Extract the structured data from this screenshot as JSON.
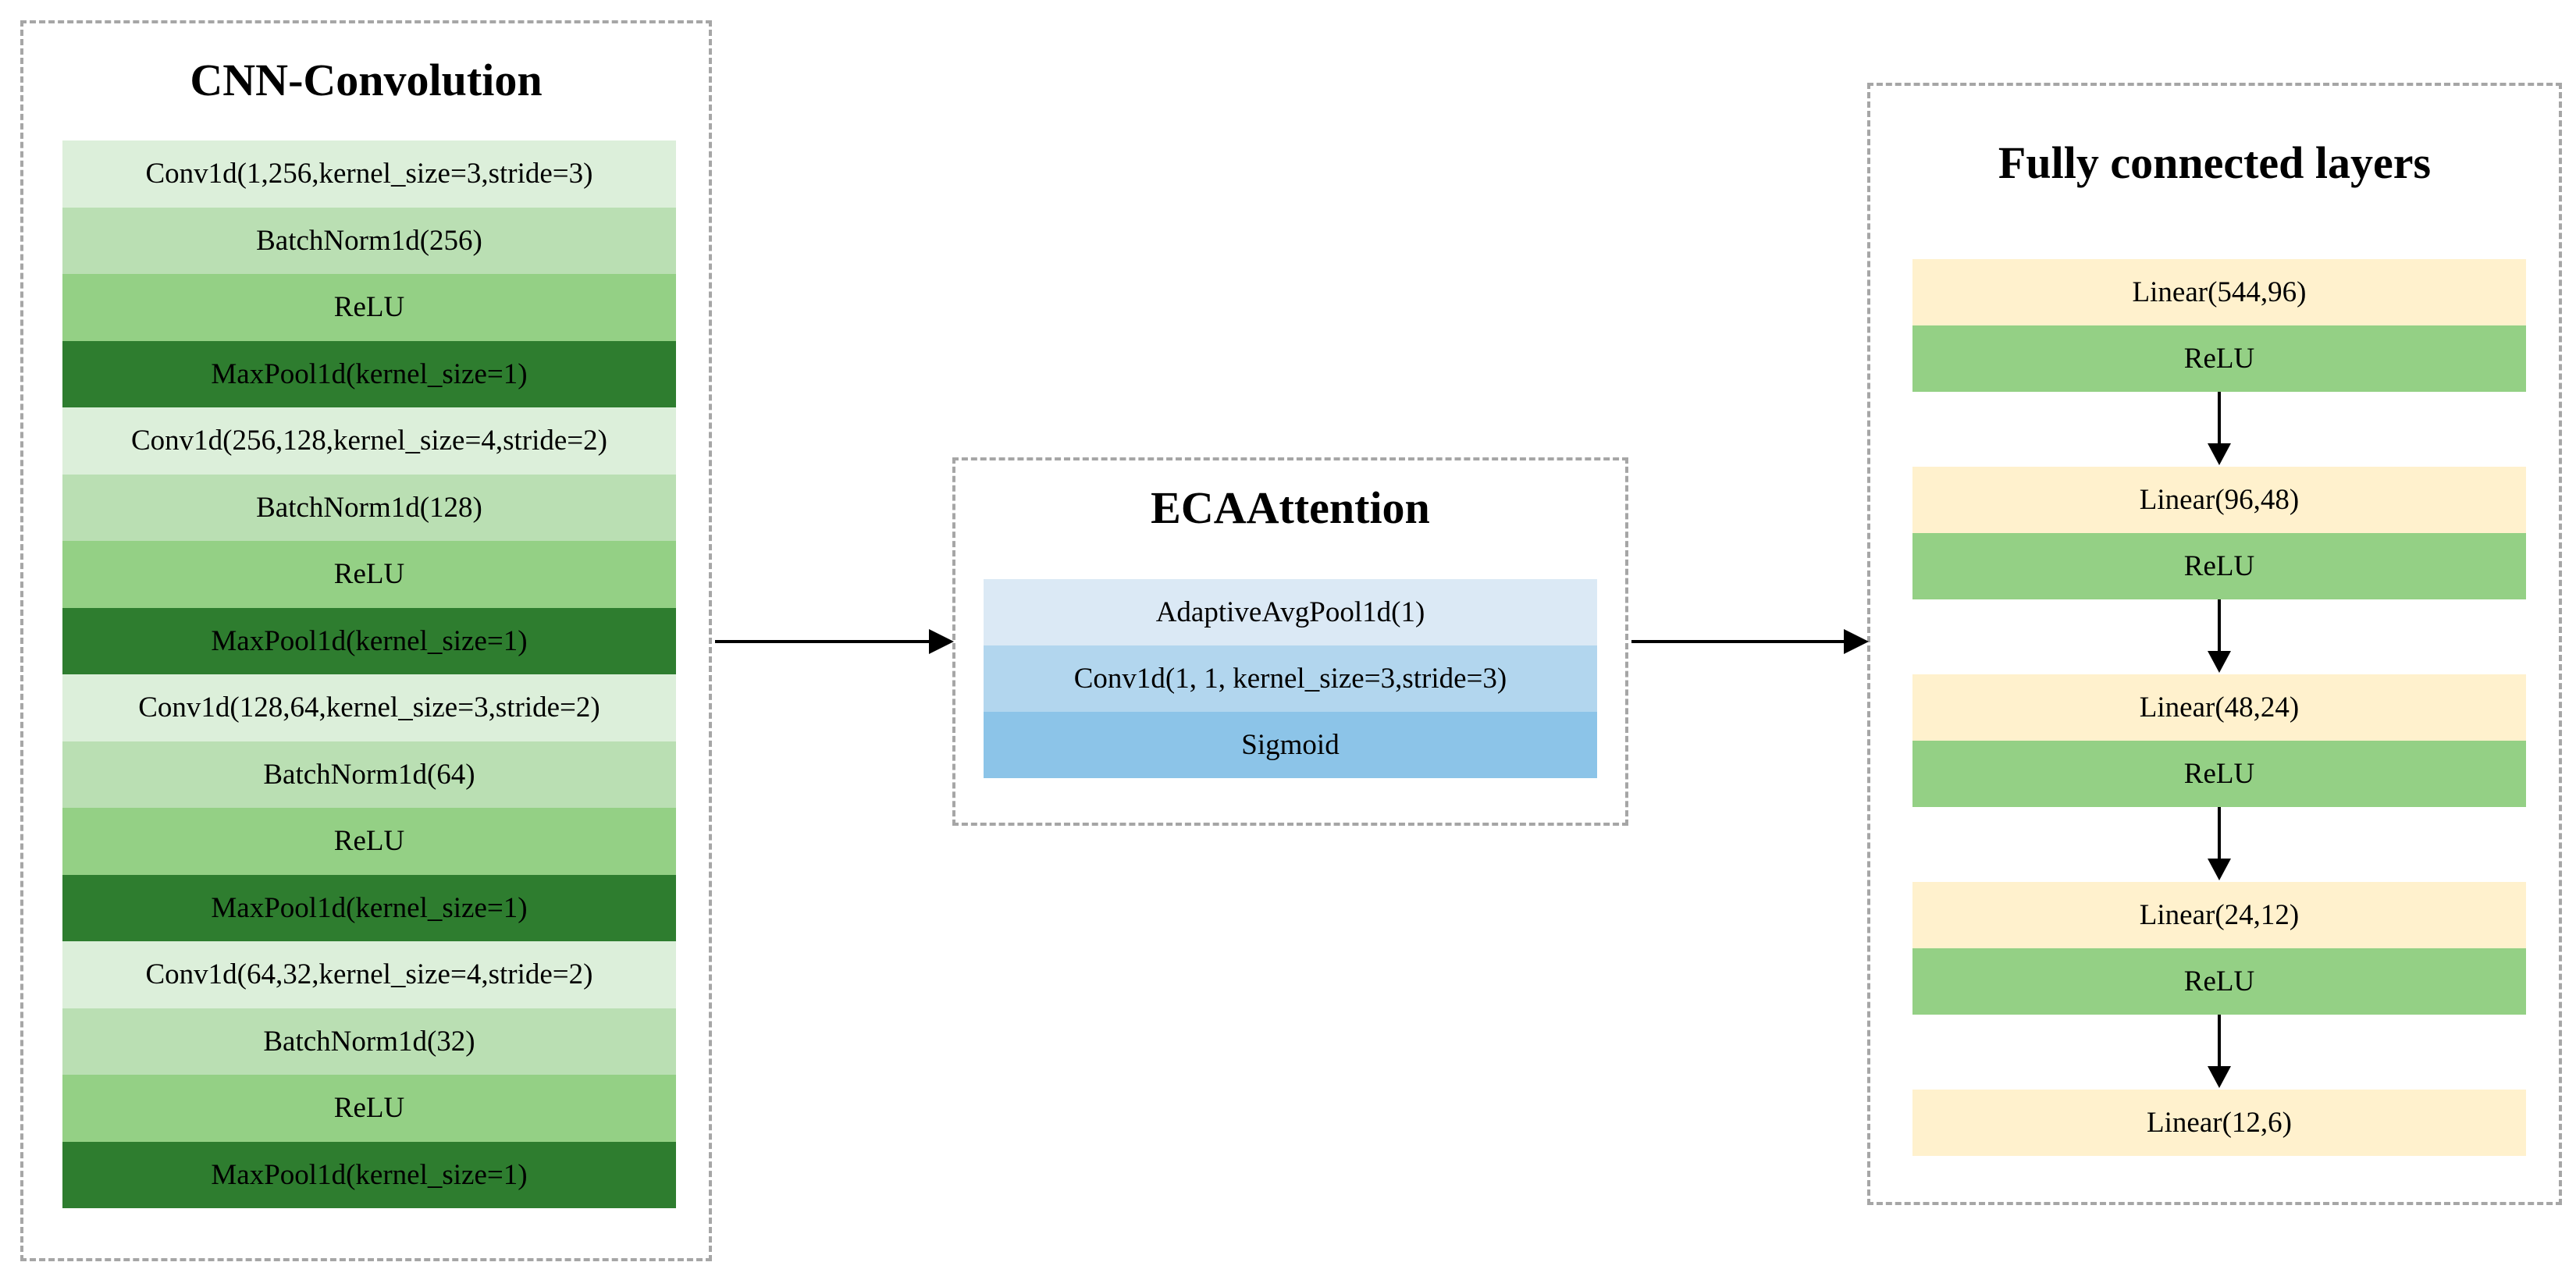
{
  "cnn": {
    "title": "CNN-Convolution",
    "layers": [
      {
        "label": "Conv1d(1,256,kernel_size=3,stride=3)",
        "kind": "conv"
      },
      {
        "label": "BatchNorm1d(256)",
        "kind": "bn"
      },
      {
        "label": "ReLU",
        "kind": "relu"
      },
      {
        "label": "MaxPool1d(kernel_size=1)",
        "kind": "pool"
      },
      {
        "label": "Conv1d(256,128,kernel_size=4,stride=2)",
        "kind": "conv"
      },
      {
        "label": "BatchNorm1d(128)",
        "kind": "bn"
      },
      {
        "label": "ReLU",
        "kind": "relu"
      },
      {
        "label": "MaxPool1d(kernel_size=1)",
        "kind": "pool"
      },
      {
        "label": "Conv1d(128,64,kernel_size=3,stride=2)",
        "kind": "conv"
      },
      {
        "label": "BatchNorm1d(64)",
        "kind": "bn"
      },
      {
        "label": "ReLU",
        "kind": "relu"
      },
      {
        "label": "MaxPool1d(kernel_size=1)",
        "kind": "pool"
      },
      {
        "label": "Conv1d(64,32,kernel_size=4,stride=2)",
        "kind": "conv"
      },
      {
        "label": "BatchNorm1d(32)",
        "kind": "bn"
      },
      {
        "label": "ReLU",
        "kind": "relu"
      },
      {
        "label": "MaxPool1d(kernel_size=1)",
        "kind": "pool"
      }
    ]
  },
  "eca": {
    "title": "ECAAttention",
    "layers": [
      {
        "label": "AdaptiveAvgPool1d(1)"
      },
      {
        "label": "Conv1d(1, 1, kernel_size=3,stride=3)"
      },
      {
        "label": "Sigmoid"
      }
    ]
  },
  "fc": {
    "title": "Fully connected layers",
    "blocks": [
      {
        "linear": "Linear(544,96)",
        "relu": "ReLU"
      },
      {
        "linear": "Linear(96,48)",
        "relu": "ReLU"
      },
      {
        "linear": "Linear(48,24)",
        "relu": "ReLU"
      },
      {
        "linear": "Linear(24,12)",
        "relu": "ReLU"
      },
      {
        "linear": "Linear(12,6)",
        "relu": null
      }
    ]
  },
  "colors": {
    "conv": "#dcefda",
    "bn": "#badfb3",
    "relu": "#94d085",
    "pool": "#2e7d2f",
    "eca": [
      "#dbe9f5",
      "#b2d6ee",
      "#8cc4e8"
    ],
    "fc_linear": "#fff1cd",
    "fc_relu": "#94d085",
    "panel_border": "#a6a6a6"
  }
}
